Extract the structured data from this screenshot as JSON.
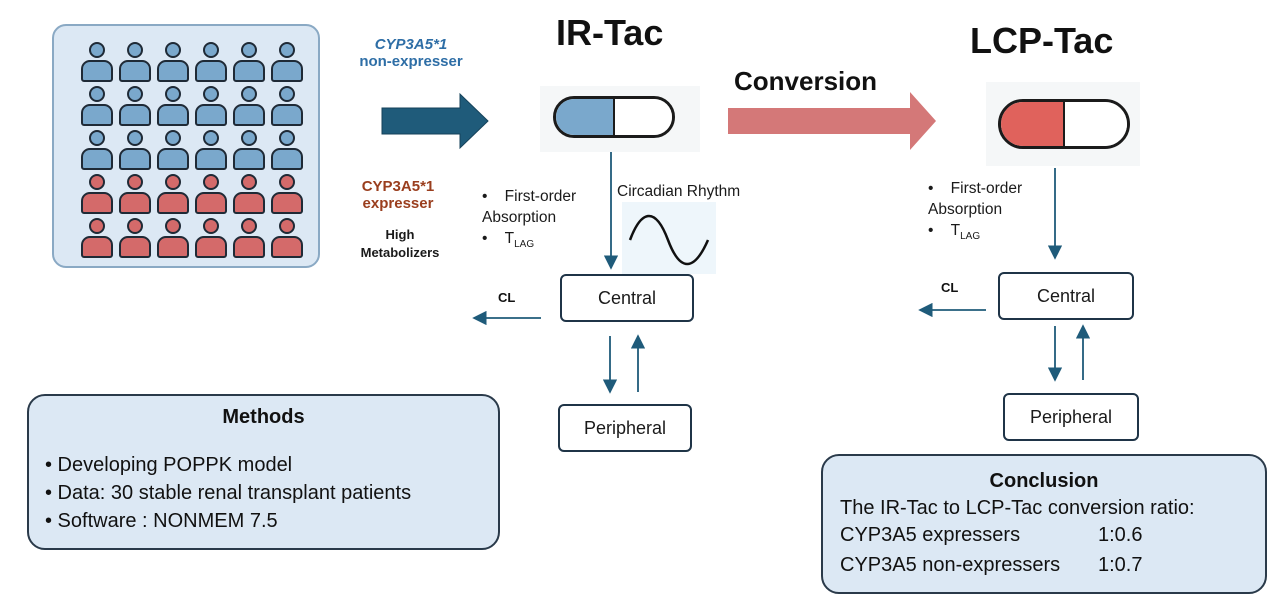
{
  "population": {
    "rows": [
      {
        "kind": "blue",
        "count": 6
      },
      {
        "kind": "blue",
        "count": 6
      },
      {
        "kind": "blue",
        "count": 6
      },
      {
        "kind": "red",
        "count": 6
      },
      {
        "kind": "red",
        "count": 6
      }
    ]
  },
  "labels": {
    "non_expresser_gene": "CYP3A5*1",
    "non_expresser_text": "non-expresser",
    "expresser_gene": "CYP3A5*1",
    "expresser_text": "expresser",
    "high": "High",
    "metabolizers": "Metabolizers"
  },
  "ir": {
    "title": "IR-Tac",
    "bullet1": "First-order",
    "bullet1b": "Absorption",
    "bullet2_main": "T",
    "bullet2_sub": "LAG",
    "rhythm": "Circadian Rhythm",
    "cl": "CL",
    "central": "Central",
    "peripheral": "Peripheral"
  },
  "conversion": "Conversion",
  "lcp": {
    "title": "LCP-Tac",
    "bullet1": "First-order",
    "bullet1b": "Absorption",
    "bullet2_main": "T",
    "bullet2_sub": "LAG",
    "cl": "CL",
    "central": "Central",
    "peripheral": "Peripheral"
  },
  "methods": {
    "title": "Methods",
    "items": [
      "Developing POPPK model",
      "Data: 30 stable renal transplant patients",
      "Software : NONMEM 7.5"
    ]
  },
  "conclusion": {
    "title": "Conclusion",
    "line1": "The IR-Tac to LCP-Tac conversion ratio:",
    "rows": [
      {
        "group": "CYP3A5 expressers",
        "ratio": "1:0.6"
      },
      {
        "group": "CYP3A5 non-expressers",
        "ratio": "1:0.7"
      }
    ]
  },
  "colors": {
    "blue_person": "#7aa8cc",
    "red_person": "#d46a6a",
    "arrow_blue": "#1f5b7a",
    "arrow_red": "#d47878",
    "box_fill": "#dce8f4"
  }
}
